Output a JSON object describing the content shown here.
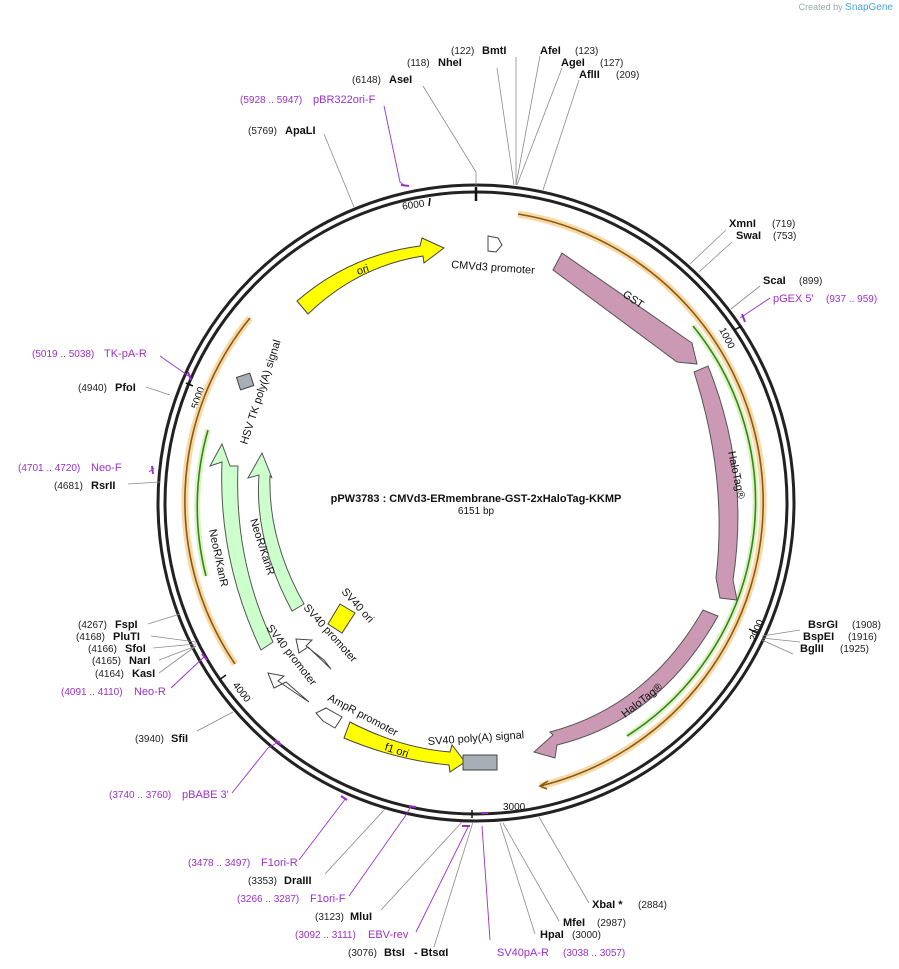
{
  "brand": {
    "prefix": "Created by",
    "name": "SnapGene"
  },
  "plasmid": {
    "title": "pPW3783 : CMVd3-ERmembrane-GST-2xHaloTag-KKMP",
    "length": "6151 bp"
  },
  "ticks": [
    "1000",
    "2000",
    "3000",
    "4000",
    "5000",
    "6000"
  ],
  "enzymes": [
    {
      "pos": "(122)",
      "name": "BmtI"
    },
    {
      "pos": "(118)",
      "name": "NheI"
    },
    {
      "pos": "(6148)",
      "name": "AseI"
    },
    {
      "pos": "(5769)",
      "name": "ApaLI"
    },
    {
      "name": "AfeI",
      "pos": "(123)"
    },
    {
      "name": "AgeI",
      "pos": "(127)"
    },
    {
      "name": "AflII",
      "pos": "(209)"
    },
    {
      "name": "XmnI",
      "pos": "(719)"
    },
    {
      "name": "SwaI",
      "pos": "(753)"
    },
    {
      "name": "ScaI",
      "pos": "(899)"
    },
    {
      "name": "BsrGI",
      "pos": "(1908)"
    },
    {
      "name": "BspEI",
      "pos": "(1916)"
    },
    {
      "name": "BglII",
      "pos": "(1925)"
    },
    {
      "name": "XbaI *",
      "pos": "(2884)"
    },
    {
      "name": "MfeI",
      "pos": "(2987)"
    },
    {
      "name": "HpaI",
      "pos": "(3000)"
    },
    {
      "pos": "(3076)",
      "name": "BtsI",
      "extra": "- BtsαI"
    },
    {
      "pos": "(3123)",
      "name": "MluI"
    },
    {
      "pos": "(3353)",
      "name": "DraIII"
    },
    {
      "pos": "(3940)",
      "name": "SfiI"
    },
    {
      "pos": "(4164)",
      "name": "KasI"
    },
    {
      "pos": "(4165)",
      "name": "NarI"
    },
    {
      "pos": "(4166)",
      "name": "SfoI"
    },
    {
      "pos": "(4168)",
      "name": "PluTI"
    },
    {
      "pos": "(4267)",
      "name": "FspI"
    },
    {
      "pos": "(4681)",
      "name": "RsrII"
    },
    {
      "pos": "(4940)",
      "name": "PfoI"
    }
  ],
  "primers": [
    {
      "pos": "(5928 .. 5947)",
      "name": "pBR322ori-F"
    },
    {
      "name": "pGEX 5'",
      "pos": "(937 .. 959)"
    },
    {
      "pos": "(5019 .. 5038)",
      "name": "TK-pA-R"
    },
    {
      "pos": "(4701 .. 4720)",
      "name": "Neo-F"
    },
    {
      "pos": "(4091 .. 4110)",
      "name": "Neo-R"
    },
    {
      "pos": "(3740 .. 3760)",
      "name": "pBABE 3'"
    },
    {
      "pos": "(3478 .. 3497)",
      "name": "F1ori-R"
    },
    {
      "pos": "(3266 .. 3287)",
      "name": "F1ori-F"
    },
    {
      "pos": "(3092 .. 3111)",
      "name": "EBV-rev"
    },
    {
      "name": "SV40pA-R",
      "pos": "(3038 .. 3057)"
    }
  ],
  "features": {
    "cmv": "CMVd3 promoter",
    "gst": "GST",
    "halo1": "HaloTag®",
    "halo2": "HaloTag®",
    "sv40pa": "SV40 poly(A) signal",
    "f1ori": "f1 ori",
    "ampr": "AmpR promoter",
    "sv40p1": "SV40 promoter",
    "sv40p2": "SV40 promoter",
    "sv40ori": "SV40 ori",
    "neo1": "NeoR/KanR",
    "neo2": "NeoR/KanR",
    "hsvtk": "HSV TK poly(A) signal",
    "ori": "ori"
  },
  "colors": {
    "cds": "#cc99b4",
    "ori": "#ffff00",
    "promoter": "#ffffff",
    "polya": "#a7aeb5",
    "neo": "#ccffcc",
    "primer": "#9b30c8",
    "orf_orange": "#c87e14",
    "orf_green": "#2f8a12"
  }
}
